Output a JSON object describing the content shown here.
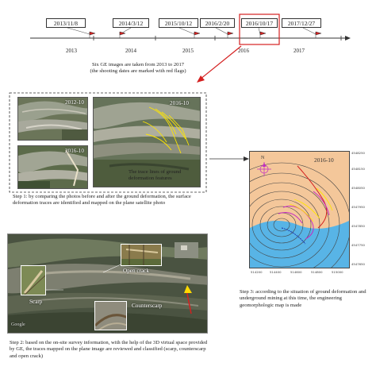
{
  "timeline": {
    "dates": [
      "2013/11/8",
      "2014/3/12",
      "2015/10/12",
      "2016/2/20",
      "2016/10/17",
      "2017/12/27"
    ],
    "years": [
      "2013",
      "2014",
      "2015",
      "2016",
      "2017"
    ],
    "caption_line1": "Six GE images are taken from 2013 to 2017",
    "caption_line2": "(the shooting dates are marked with red flags)"
  },
  "step1": {
    "label_2012": "2012-10",
    "label_2016": "2016-10",
    "label_main": "2016-10",
    "trace_caption": "The trace lines of ground deformation features",
    "caption": "Step 1: by comparing the photos before and after the ground deformation, the surface deformation traces are identified and mapped on the plane satellite photo"
  },
  "step2": {
    "label_open_crack": "Open crack",
    "label_scarp": "Scarp",
    "label_counterscarp": "Counterscarp",
    "watermark": "Google",
    "caption": "Step 2: based on the on-site survey information, with the help of the 3D virtual space provided by GE, the traces mapped on the plane image are reviewed and classified (scarp, counterscarp and open crack)"
  },
  "step3": {
    "map_label": "2016-10",
    "north": "N",
    "caption": "Step 3: according to the situation of ground deformation and underground mining at this time, the engineering geomorphologic map is made",
    "y_ticks": [
      "4548250",
      "4548150",
      "4548050",
      "4547950",
      "4547850",
      "4547750",
      "4547650"
    ],
    "x_ticks": [
      "514200",
      "514400",
      "514600",
      "514800",
      "515000"
    ]
  },
  "colors": {
    "flag": "#d42020",
    "highlight": "#d42020",
    "trace": "#ffe600",
    "water": "#58b4e6",
    "map_bg": "#f4c79a"
  }
}
